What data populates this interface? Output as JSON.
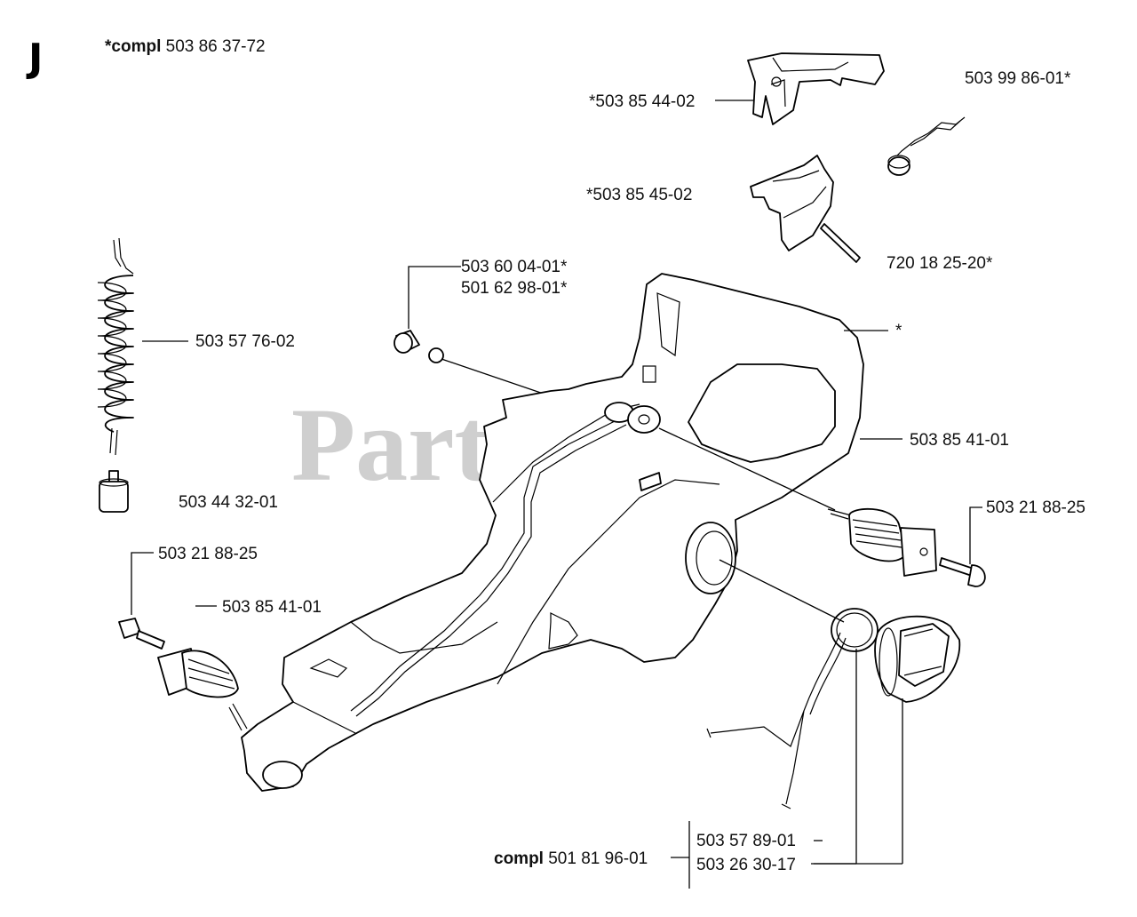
{
  "section_letter": "J",
  "watermark": "Partstree",
  "labels": {
    "compl_top": {
      "prefix": "*compl",
      "number": "503 86 37-72"
    },
    "p_503854402": "*503 85 44-02",
    "p_503998601": "503 99 86-01*",
    "p_503854502": "*503 85 45-02",
    "p_7201825": "720 18 25-20*",
    "p_503600401": "503 60 04-01*",
    "p_501629801": "501 62 98-01*",
    "p_asterisk": "*",
    "p_503577602": "503 57 76-02",
    "p_503854101_right": "503 85 41-01",
    "p_503443201": "503 44 32-01",
    "p_503218825_right": "503 21 88-25",
    "p_503218825_left": "503 21 88-25",
    "p_503854101_left": "503 85 41-01",
    "p_503578901": "503 57 89-01",
    "p_503263017": "503 26 30-17",
    "compl_bottom": {
      "prefix": "compl",
      "number": "501 81 96-01"
    }
  }
}
